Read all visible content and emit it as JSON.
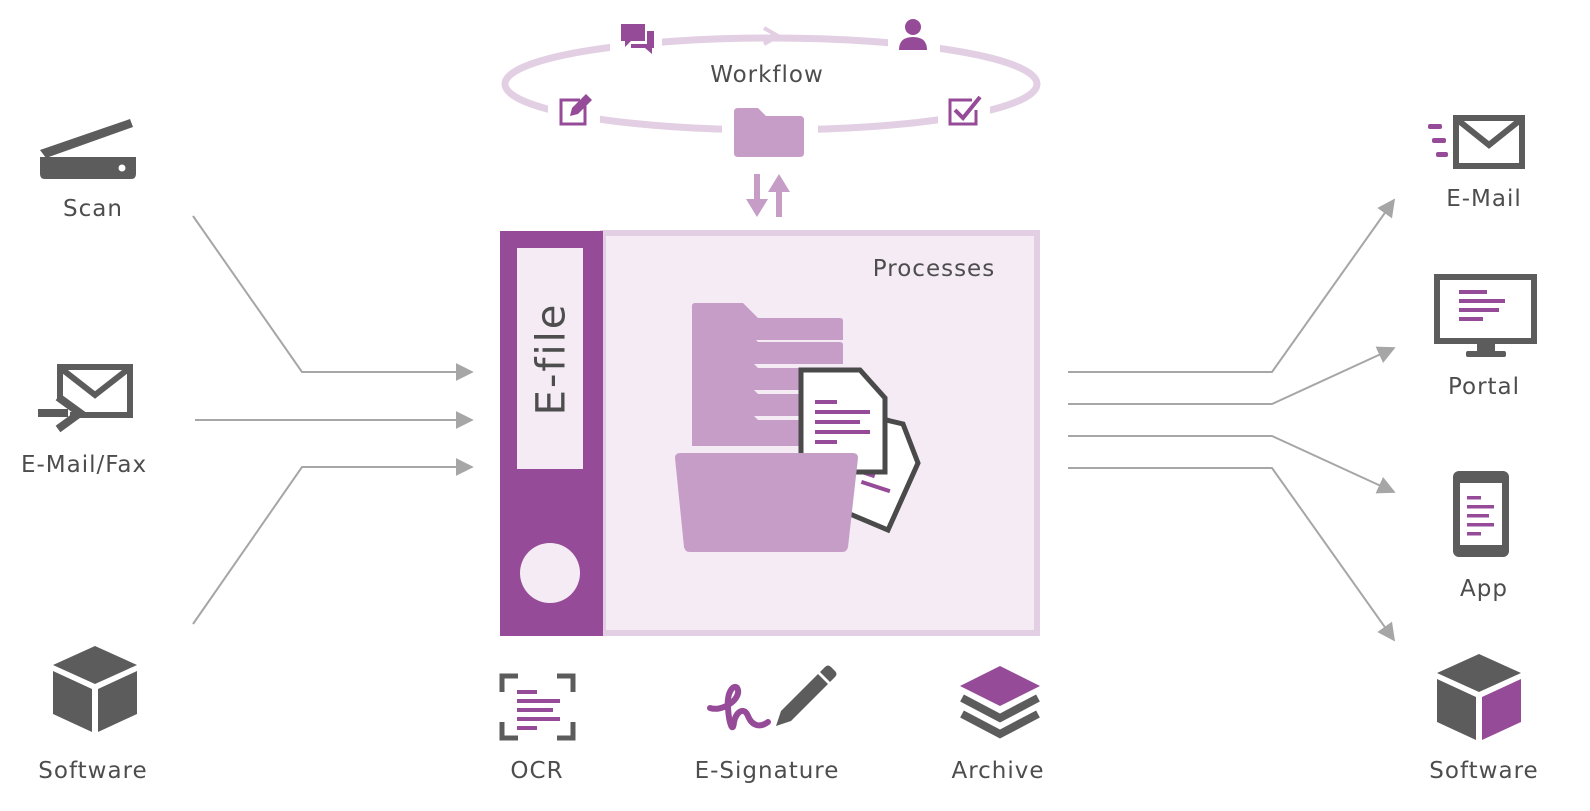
{
  "diagram": {
    "inputs": [
      {
        "label": "Scan",
        "icon": "scanner-icon"
      },
      {
        "label": "E-Mail/Fax",
        "icon": "inbound-mail-icon"
      },
      {
        "label": "Software",
        "icon": "software-box-icon"
      }
    ],
    "outputs": [
      {
        "label": "E-Mail",
        "icon": "outbound-mail-icon"
      },
      {
        "label": "Portal",
        "icon": "monitor-icon"
      },
      {
        "label": "App",
        "icon": "tablet-icon"
      },
      {
        "label": "Software",
        "icon": "software-box-icon"
      }
    ],
    "workflow": {
      "label": "Workflow"
    },
    "efile": {
      "label": "E-file",
      "processes_label": "Processes"
    },
    "services": [
      {
        "label": "OCR",
        "icon": "ocr-scan-icon"
      },
      {
        "label": "E-Signature",
        "icon": "signature-pen-icon"
      },
      {
        "label": "Archive",
        "icon": "layers-stack-icon"
      }
    ],
    "colors": {
      "purple": "#964b98",
      "light_purple": "#c69dc7",
      "pale_purple": "#f4ebf4",
      "ring_purple": "#e3cfe3",
      "gray": "#5c5c5c",
      "line_gray": "#a6a6a6"
    }
  }
}
